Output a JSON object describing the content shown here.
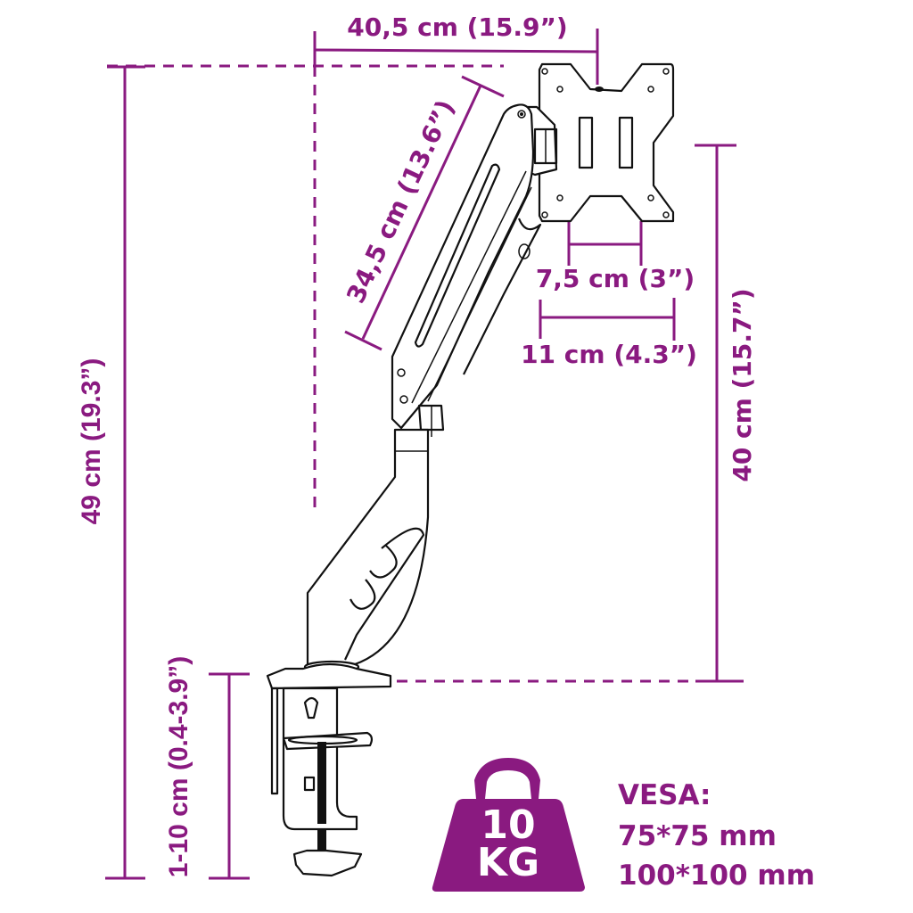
{
  "colors": {
    "accent": "#8a1a80",
    "line": "#111111",
    "background": "#ffffff"
  },
  "dimensions": {
    "reach": "40,5 cm (15.9”)",
    "arm_length": "34,5 cm (13.6”)",
    "vesa_small": "7,5 cm (3”)",
    "vesa_large": "11 cm (4.3”)",
    "total_height": "49 cm (19.3”)",
    "mount_height": "40 cm (15.7”)",
    "clamp_range": "1-10 cm (0.4-3.9”)"
  },
  "weight_badge": {
    "line1": "10",
    "line2": "KG"
  },
  "vesa_info": {
    "title": "VESA:",
    "line1": "75*75 mm",
    "line2": "100*100 mm"
  }
}
